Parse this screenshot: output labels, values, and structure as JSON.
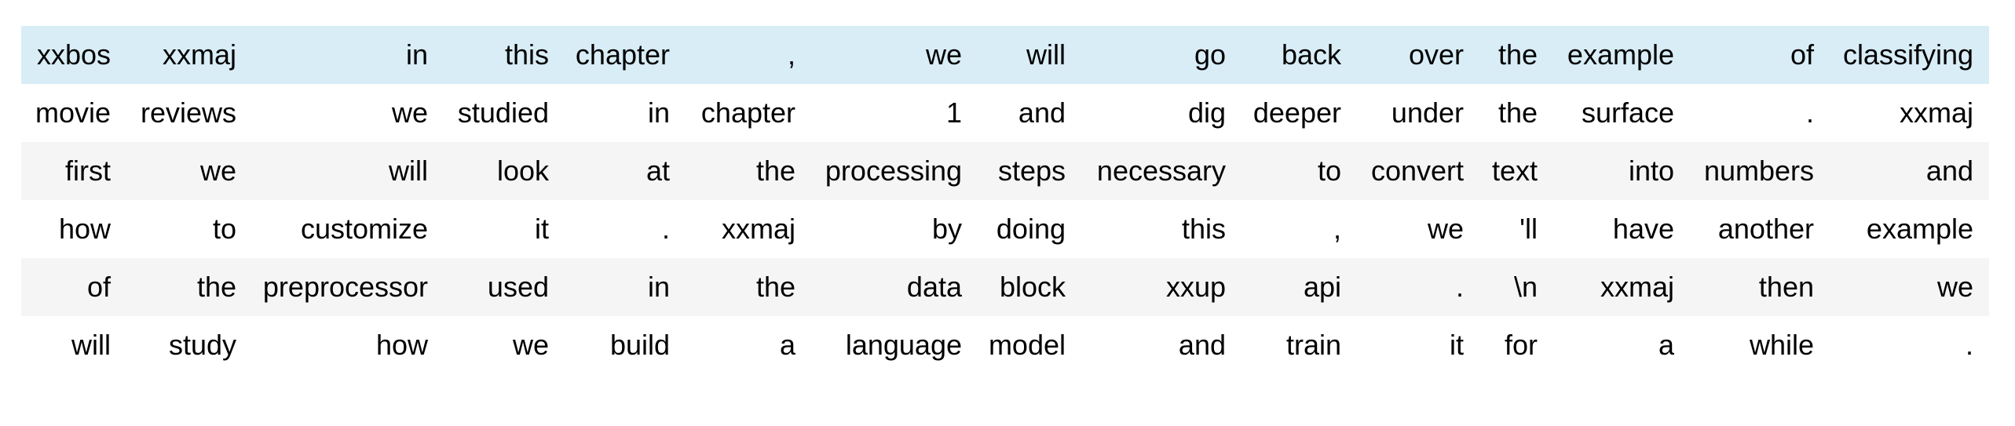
{
  "table": {
    "columns": 15,
    "highlight_color": "#d9edf7",
    "stripe_color": "#f5f5f5",
    "background_color": "#ffffff",
    "text_color": "#000000",
    "rows": [
      {
        "style": "highlight",
        "cells": [
          "xxbos",
          "xxmaj",
          "in",
          "this",
          "chapter",
          ",",
          "we",
          "will",
          "go",
          "back",
          "over",
          "the",
          "example",
          "of",
          "classifying"
        ]
      },
      {
        "style": "plain",
        "cells": [
          "movie",
          "reviews",
          "we",
          "studied",
          "in",
          "chapter",
          "1",
          "and",
          "dig",
          "deeper",
          "under",
          "the",
          "surface",
          ".",
          "xxmaj"
        ]
      },
      {
        "style": "stripe",
        "cells": [
          "first",
          "we",
          "will",
          "look",
          "at",
          "the",
          "processing",
          "steps",
          "necessary",
          "to",
          "convert",
          "text",
          "into",
          "numbers",
          "and"
        ]
      },
      {
        "style": "plain",
        "cells": [
          "how",
          "to",
          "customize",
          "it",
          ".",
          "xxmaj",
          "by",
          "doing",
          "this",
          ",",
          "we",
          "'ll",
          "have",
          "another",
          "example"
        ]
      },
      {
        "style": "stripe",
        "cells": [
          "of",
          "the",
          "preprocessor",
          "used",
          "in",
          "the",
          "data",
          "block",
          "xxup",
          "api",
          ".",
          "\\n",
          "xxmaj",
          "then",
          "we"
        ]
      },
      {
        "style": "plain",
        "cells": [
          "will",
          "study",
          "how",
          "we",
          "build",
          "a",
          "language",
          "model",
          "and",
          "train",
          "it",
          "for",
          "a",
          "while",
          "."
        ]
      }
    ]
  }
}
